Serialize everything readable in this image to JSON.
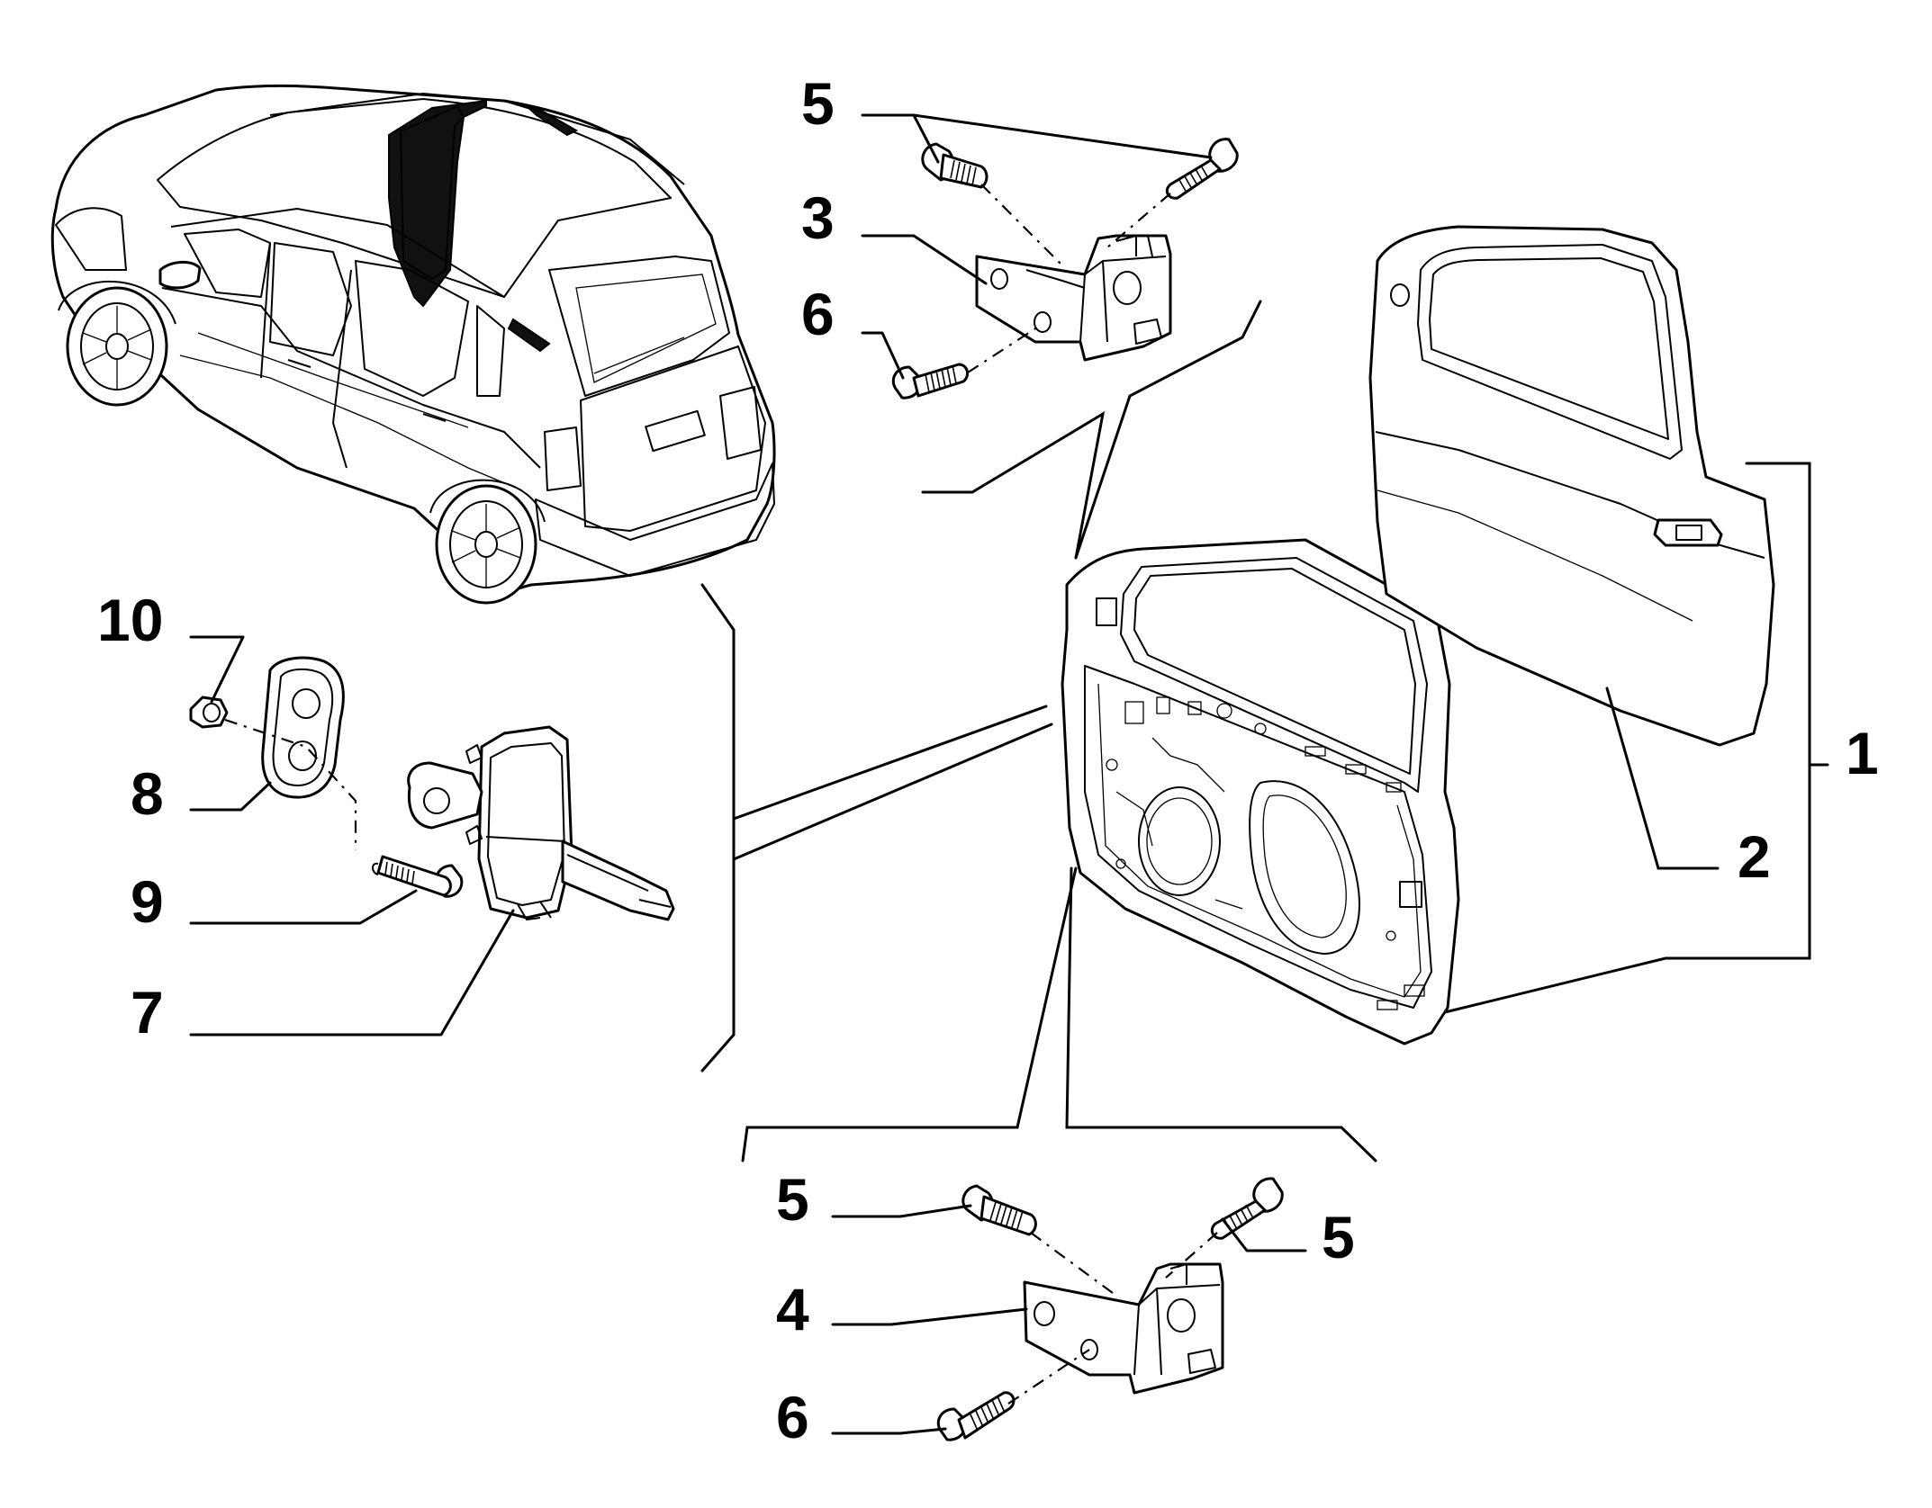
{
  "diagram": {
    "callouts": {
      "door_assembly": "1",
      "door_outer_panel": "2",
      "upper_hinge": "3",
      "lower_hinge": "4",
      "upper_hinge_bolt_top": "5",
      "lower_hinge_bolt_left": "5",
      "lower_hinge_bolt_right": "5",
      "upper_hinge_bolt_side": "6",
      "lower_hinge_bolt_side": "6",
      "door_check_strap": "7",
      "check_strap_gasket": "8",
      "check_strap_bolt": "9",
      "check_strap_nut": "10"
    }
  }
}
